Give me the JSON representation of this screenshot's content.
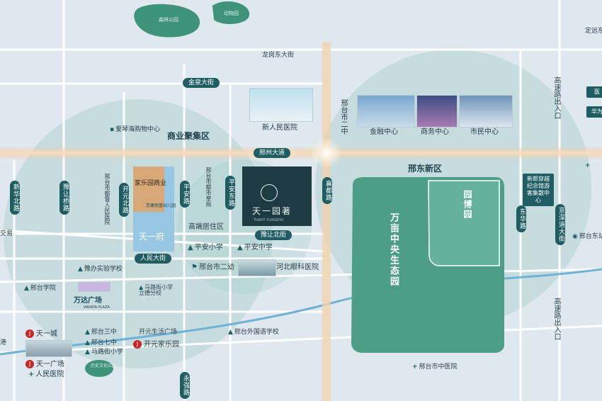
{
  "districts": {
    "commercial": "商业聚集区",
    "xingdong": "邢东新区"
  },
  "roads": {
    "longmu_east": "龙岗东大街",
    "jinquan": "金泉大街",
    "xingzhou": "邢州大道",
    "xingtai_er": "邢台市二中",
    "xiangdu": "襄都路",
    "xinhua_north": "新华北路",
    "yurang_qiao": "豫让桥路",
    "kaiyuan_north": "开元北路",
    "ping_an_s": "平安路",
    "ping_an_east": "平安东路",
    "yurang_north": "豫让北街",
    "renmin": "人民大街",
    "yongqiang": "永强路",
    "dongxing": "东华路",
    "jingwei": "京深道大街",
    "gaosu_1": "高速路出入口",
    "gaosu_2": "高速路出入口",
    "jiaoyi": "交易",
    "dingyuan": "定远东"
  },
  "pois": {
    "forest_park": "森林公园",
    "zoo": "动物园",
    "aiqinhai": "爱琴海购物中心",
    "new_hospital": "新人民医院",
    "finance": "金融中心",
    "business": "商务中心",
    "citizen": "市民中心",
    "jialeyuan": "家乐园商业",
    "jialeyuan_kg": "京建商盛幼儿园",
    "tianyifu": "天一府",
    "duban": "邢台市都督人民医院",
    "duban_hosp": "邢台市都市草局",
    "project": "天一园著",
    "project_sub": "TIANYI YUANZHU",
    "gaoduan": "高端居住区",
    "ping_an_primary": "平安小学",
    "ping_an_middle": "平安中学",
    "kg2": "邢台市二幼",
    "hebei_eye": "河北眼科医院",
    "yuban": "豫办实验学校",
    "xingtai_college": "邢台学院",
    "wanda": "万达广场",
    "wanda_en": "WANDA PLAZA",
    "matai_primary": "马路街小学\n立德分校",
    "tianyicheng": "天一城",
    "tianyiguangchang": "天一广场",
    "renmin_hosp": "人民医院",
    "xt3": "邢台三中",
    "xt7": "邢台七中",
    "mlj": "马路街小学",
    "history_park": "历史文化公园",
    "kaiyuan_life": "开元生活广场",
    "kaiyuan_jly": "开元家乐园",
    "foreign_school": "邢台外国语学校",
    "eco_park": "万亩中央生态园",
    "garden_expo": "园博园",
    "xingtai_center_hosp": "邢台市中医院",
    "rail_sign": "新郎穿越纪念馆游客集散中心",
    "xingtai_east_station": "邢台东站",
    "right_box_1": "医",
    "right_box_2": "华为",
    "port": "港",
    "s_trans": "交易"
  },
  "legend_chars": {
    "red_dot": "J"
  },
  "colors": {
    "road": "#ffffff",
    "road_major": "#f5d7b5",
    "circle": "#9bc7c2",
    "eco": "#5aa68c",
    "label_bg": "#1f5d63",
    "project_bg": "#1e3b44",
    "jialeyuan_a": "#d7a978",
    "jialeyuan_b": "#97c7e3"
  }
}
